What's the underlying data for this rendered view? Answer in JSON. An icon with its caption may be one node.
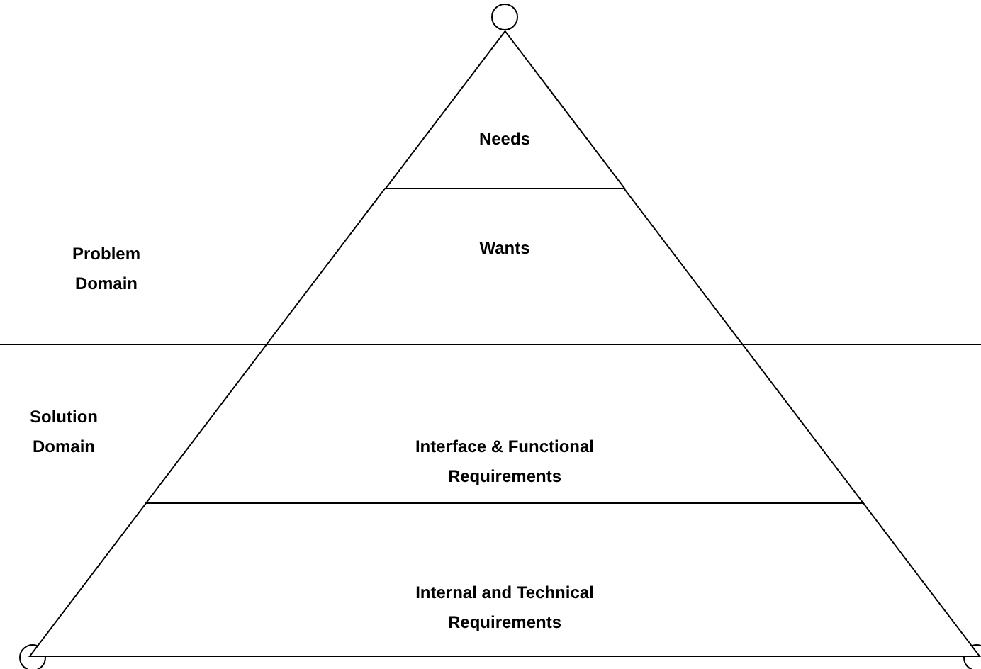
{
  "diagram": {
    "nodes": [
      {
        "text": [
          "Needs"
        ]
      },
      {
        "text": [
          "Wants"
        ]
      },
      {
        "text": [
          "Interface & Functional Requirements"
        ]
      },
      {
        "text": [
          "Internal and Technical Requirements"
        ]
      }
    ],
    "labels": [
      "Problem Domain",
      "Solution Domain"
    ]
  }
}
